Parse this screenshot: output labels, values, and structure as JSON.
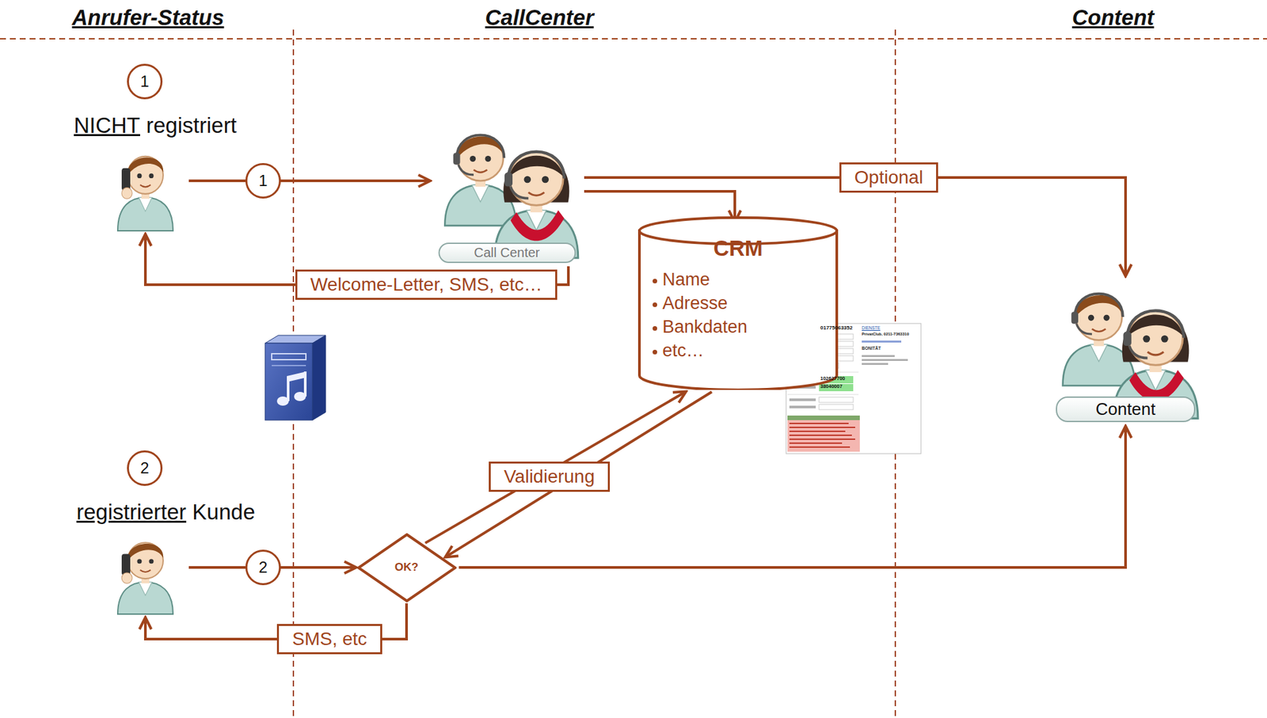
{
  "diagram": {
    "nodes": [
      {
        "text": [
          "1"
        ]
      },
      {
        "text": [
          "NICHT",
          "registriert"
        ]
      },
      {
        "text": [
          "Call Center"
        ]
      },
      {
        "text": [
          "CRM",
          "Name",
          "Adresse",
          "Bankdaten",
          "etc…"
        ]
      },
      {
        "text": [
          "Content"
        ]
      },
      {
        "text": [
          "2"
        ]
      },
      {
        "text": [
          "registrierter",
          "Kunde"
        ]
      },
      {
        "text": [
          "OK?"
        ]
      }
    ],
    "edges": [
      {
        "from": 1,
        "to": 2,
        "label": "1",
        "arrow": "to"
      },
      {
        "from": 2,
        "to": 4,
        "label": "Optional",
        "arrow": "to"
      },
      {
        "from": 2,
        "to": 3,
        "arrow": "to"
      },
      {
        "from": 2,
        "to": 1,
        "label": "Welcome-Letter, SMS, etc…",
        "arrow": "to"
      },
      {
        "from": 6,
        "to": 7,
        "label": "2",
        "arrow": "to"
      },
      {
        "from": 7,
        "to": 3,
        "label": "Validierung",
        "arrow": "to"
      },
      {
        "from": 3,
        "to": 7,
        "arrow": "to"
      },
      {
        "from": 7,
        "to": 4,
        "arrow": "to"
      },
      {
        "from": 7,
        "to": 6,
        "label": "SMS, etc",
        "arrow": "to"
      }
    ],
    "labels": [
      "Anrufer-Status",
      "CallCenter",
      "Content",
      "01775063352",
      "DIENSTE",
      "PrivatClub, 0211-7363310",
      "BONITÄT",
      "102627700",
      "38040007"
    ]
  }
}
